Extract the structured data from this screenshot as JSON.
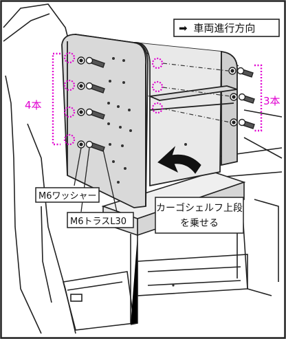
{
  "labels": {
    "direction_arrow": "➡",
    "direction": "車両進行方向",
    "left_count": "4本",
    "right_count": "3本",
    "washer": "M6ワッシャー",
    "screw": "M6トラスL30",
    "action_line1": "カーゴシェルフ上段",
    "action_line2": "を乗せる"
  },
  "colors": {
    "accent": "#e000d0",
    "stroke": "#222222",
    "panel": "#d9d9d9",
    "panel_dark": "#bdbdbd"
  }
}
